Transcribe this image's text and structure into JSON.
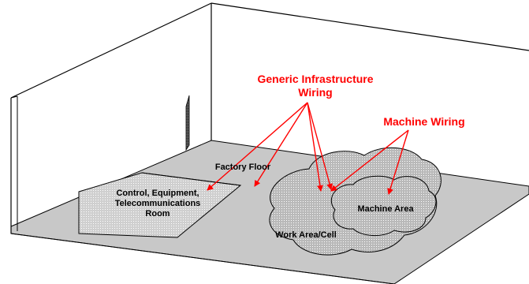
{
  "colors": {
    "floor": "#c8c8c8",
    "wall_line": "#000000",
    "arrow": "#ff0000",
    "label_red": "#ff0000",
    "label_black": "#000000",
    "dots": "#ffffff"
  },
  "labels": {
    "generic_line1": "Generic Infrastructure",
    "generic_line2": "Wiring",
    "machine_wiring": "Machine Wiring",
    "factory_floor": "Factory Floor",
    "room_line1": "Control, Equipment,",
    "room_line2": "Telecommunications",
    "room_line3": "Room",
    "machine_area": "Machine Area",
    "work_area": "Work Area/Cell"
  },
  "icons": {
    "door": "door-icon",
    "arrowhead": "arrowhead-icon"
  }
}
